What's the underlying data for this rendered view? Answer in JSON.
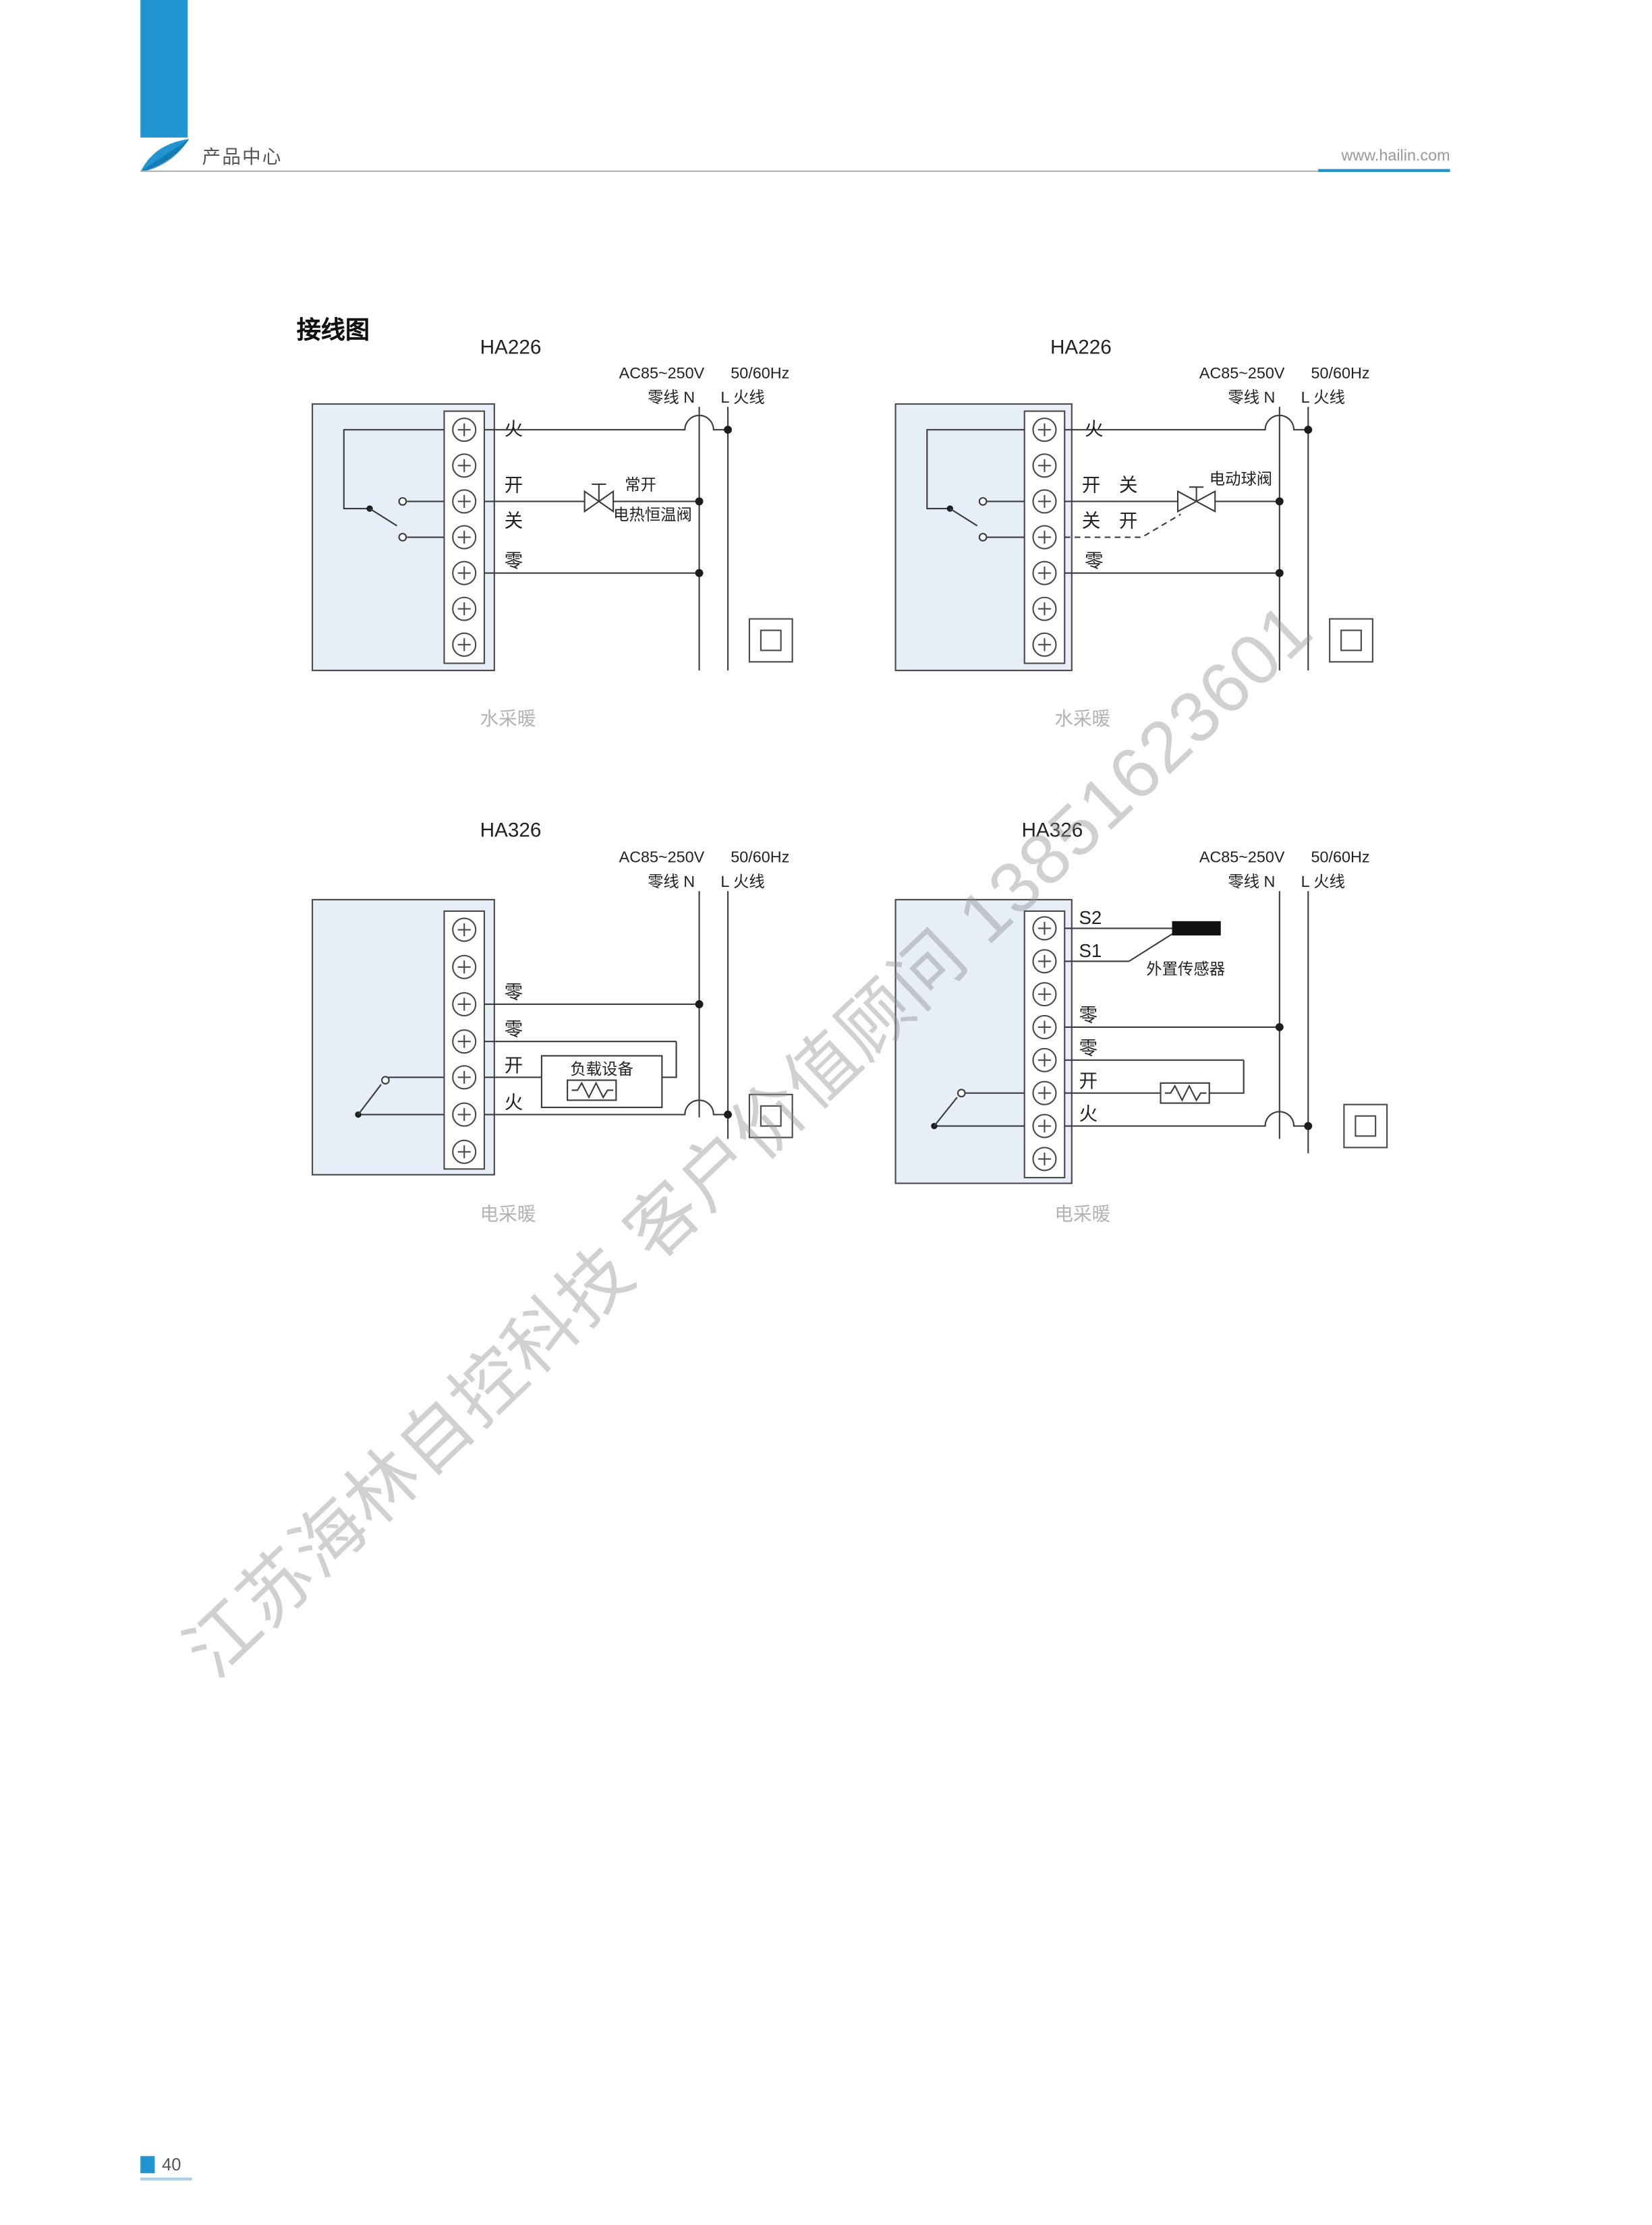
{
  "header": {
    "section": "产品中心",
    "website": "www.hailin.com"
  },
  "title": "接线图",
  "watermark": "江苏海林自控科技 客户价值顾问 13851623601",
  "footer": {
    "page": "40"
  },
  "common": {
    "power": "AC85~250V",
    "freq": "50/60Hz",
    "neutral": "零线 N",
    "live": "L 火线"
  },
  "d1": {
    "model": "HA226",
    "caption": "水采暖",
    "t_fire": "火",
    "t_open": "开",
    "t_close": "关",
    "t_neutral": "零",
    "valve_state": "常开",
    "valve_name": "电热恒温阀"
  },
  "d2": {
    "model": "HA226",
    "caption": "水采暖",
    "t_fire": "火",
    "r2a": "开",
    "r2b": "关",
    "r3a": "关",
    "r3b": "开",
    "t_neutral": "零",
    "valve_name": "电动球阀"
  },
  "d3": {
    "model": "HA326",
    "caption": "电采暖",
    "t_n1": "零",
    "t_n2": "零",
    "t_open": "开",
    "t_fire": "火",
    "load": "负载设备"
  },
  "d4": {
    "model": "HA326",
    "caption": "电采暖",
    "s2": "S2",
    "s1": "S1",
    "t_n1": "零",
    "t_n2": "零",
    "t_open": "开",
    "t_fire": "火",
    "sensor": "外置传感器"
  }
}
